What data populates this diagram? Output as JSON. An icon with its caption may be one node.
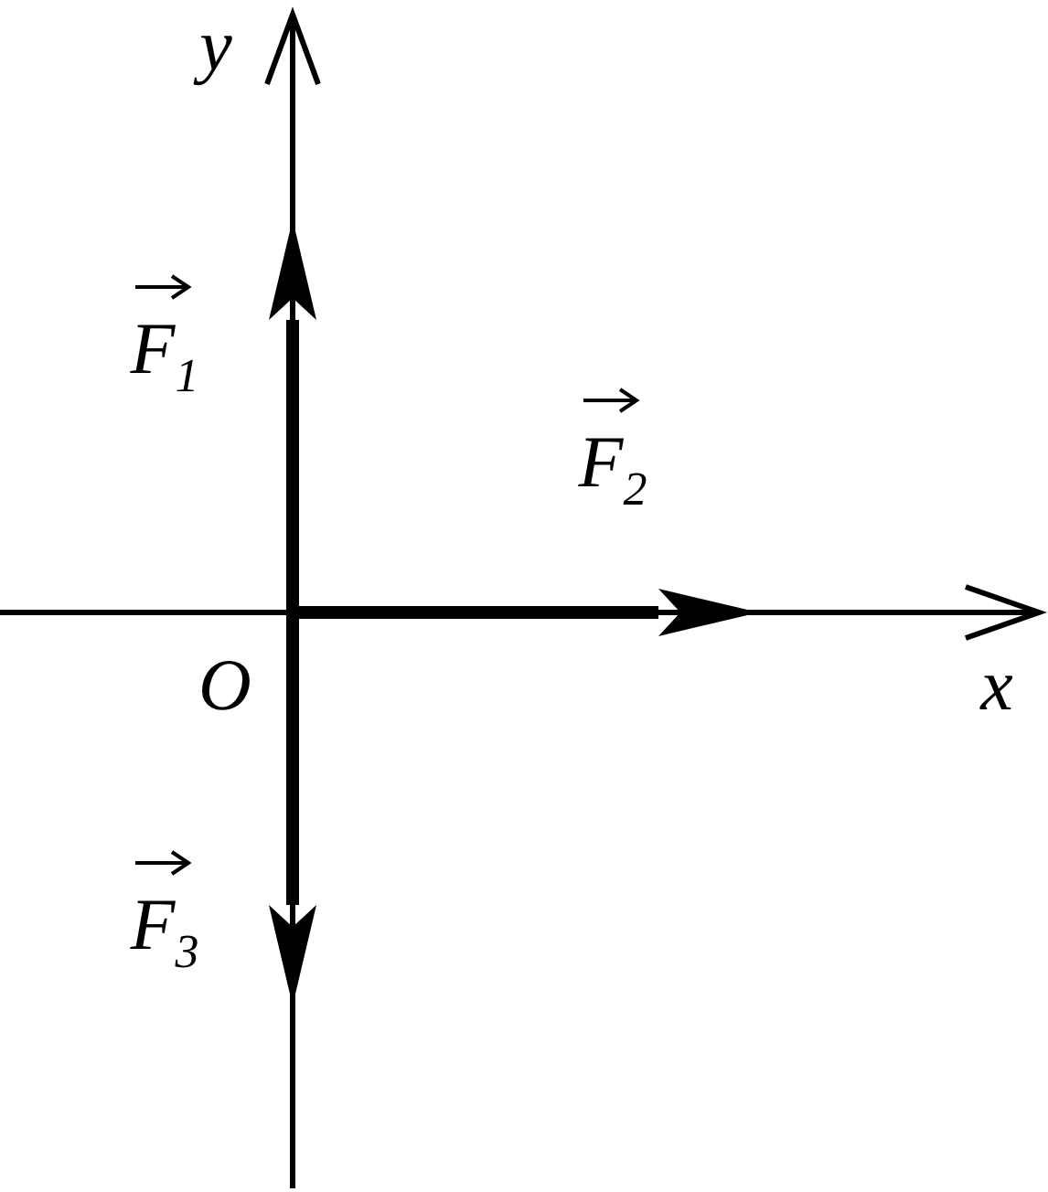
{
  "diagram": {
    "labels": [
      "y",
      "F$_{1}$",
      "F$_{2}$",
      "O",
      "x",
      "F$_{3}$"
    ]
  }
}
